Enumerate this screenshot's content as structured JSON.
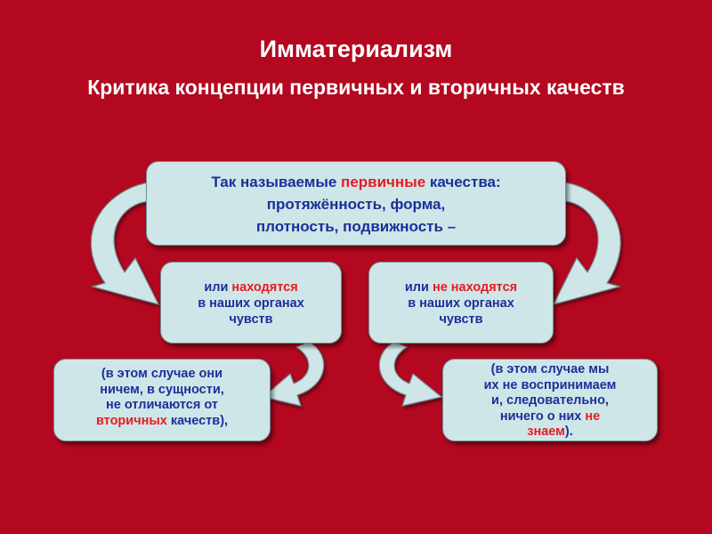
{
  "title": "Имматериализм",
  "subtitle": "Критика концепции первичных и вторичных качеств",
  "colors": {
    "background": "#b3081f",
    "box": "#cfe6e8",
    "text": "#1c2f9a",
    "accent": "#e51c23",
    "arrow": "#cfe6e8"
  },
  "top_box": {
    "line1_pre": "Так называемые ",
    "line1_red": "первичные",
    "line1_post": " качества:",
    "line2": "протяжённость, форма,",
    "line3": "плотность, подвижность –"
  },
  "mid_left": {
    "line1_pre": "или ",
    "line1_red": "находятся",
    "line2": "в наших органах",
    "line3": "чувств"
  },
  "mid_right": {
    "line1_pre": "или ",
    "line1_red": "не находятся",
    "line2": "в наших органах",
    "line3": "чувств"
  },
  "bot_left": {
    "line1": "(в этом случае они",
    "line2": "ничем, в сущности,",
    "line3": "не отличаются от",
    "line4_red": "вторичных",
    "line4_post": " качеств),"
  },
  "bot_right": {
    "line1": "(в этом случае мы",
    "line2": "их не воспринимаем",
    "line3": "и, следовательно,",
    "line4_pre": "ничего о них ",
    "line4_red": "не",
    "line5_red": "знаем",
    "line5_post": ")."
  }
}
